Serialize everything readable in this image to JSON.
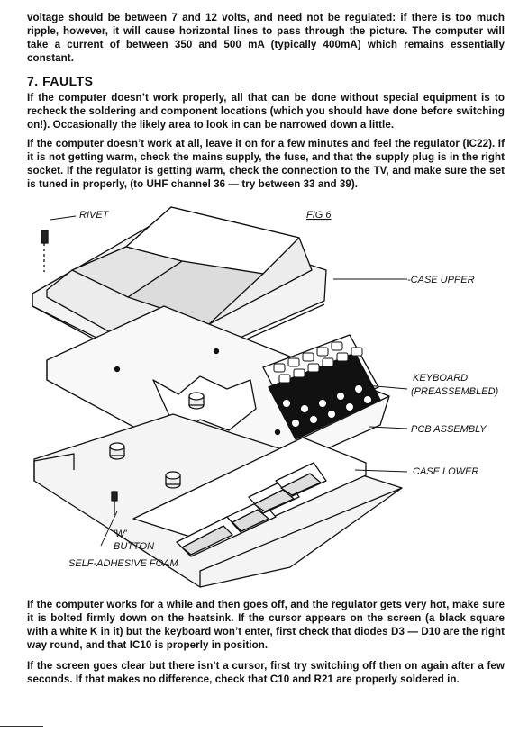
{
  "intro": "voltage should be between 7 and 12 volts, and need not be regulated: if there is too much ripple, however, it will cause horizontal lines to pass through the picture. The computer will take a current of between 350 and 500 mA (typically 400mA) which remains essentially constant.",
  "section": {
    "heading": "7. FAULTS",
    "para1": "If the computer doesn’t work properly, all that can be done without special equipment is to recheck the soldering and component locations (which you should have done before switching on!). Occasionally the likely area to look in can be narrowed down a little.",
    "para2": "If the computer doesn’t work at all, leave it on for a few minutes and feel the regulator (IC22). If it is not getting warm, check the mains supply, the fuse, and that the supply plug is in the right socket. If the regulator is getting warm, check the connection to the TV, and make sure the set is tuned in properly, (to UHF channel 36 — try between 33 and 39).",
    "para3": "If the computer works for a while and then goes off, and the regulator gets very hot, make sure it is bolted firmly down on the heatsink. If the cursor appears on the screen (a black square with a white K in it) but the keyboard won’t enter, first check that diodes D3 — D10 are the right way round, and that IC10 is properly in position.",
    "para4": "If the screen goes clear but there isn’t a cursor, first try switching off then on again after a few seconds. If that makes no difference, check that C10 and R21 are properly soldered in."
  },
  "figure": {
    "caption": "FIG 6",
    "labels": {
      "rivet": "RIVET",
      "case_upper": "-CASE UPPER",
      "keyboard_line1": "KEYBOARD",
      "keyboard_line2": "(PREASSEMBLED)",
      "pcb": "PCB ASSEMBLY",
      "case_lower": "CASE LOWER",
      "w_button_line1": "'W'",
      "w_button_line2": "BUTTON",
      "foam": "SELF-ADHESIVE FOAM"
    }
  }
}
